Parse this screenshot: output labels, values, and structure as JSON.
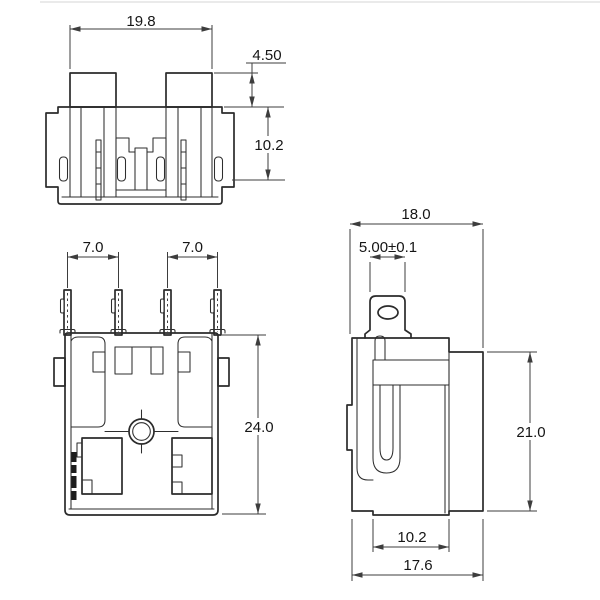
{
  "drawing": {
    "type": "engineering-orthographic-views",
    "subject": "blade fuse holder",
    "units_implied": "mm",
    "background": "#ffffff",
    "line_color": "#2b2b2b",
    "dimension_color": "#3d3d3d",
    "views": {
      "front": {
        "id": "front-view",
        "position": "top-left"
      },
      "bottom": {
        "id": "bottom-view",
        "position": "bottom-left"
      },
      "side": {
        "id": "side-view",
        "position": "bottom-right"
      }
    },
    "dimensions": {
      "front_width": "19.8",
      "cap_height": "4.50",
      "front_body_height": "10.2",
      "pitch_left": "7.0",
      "pitch_right": "7.0",
      "overall_height": "24.0",
      "depth": "18.0",
      "blade_width": "5.00±0.1",
      "side_height": "21.0",
      "base_width": "10.2",
      "overall_depth": "17.6"
    }
  }
}
